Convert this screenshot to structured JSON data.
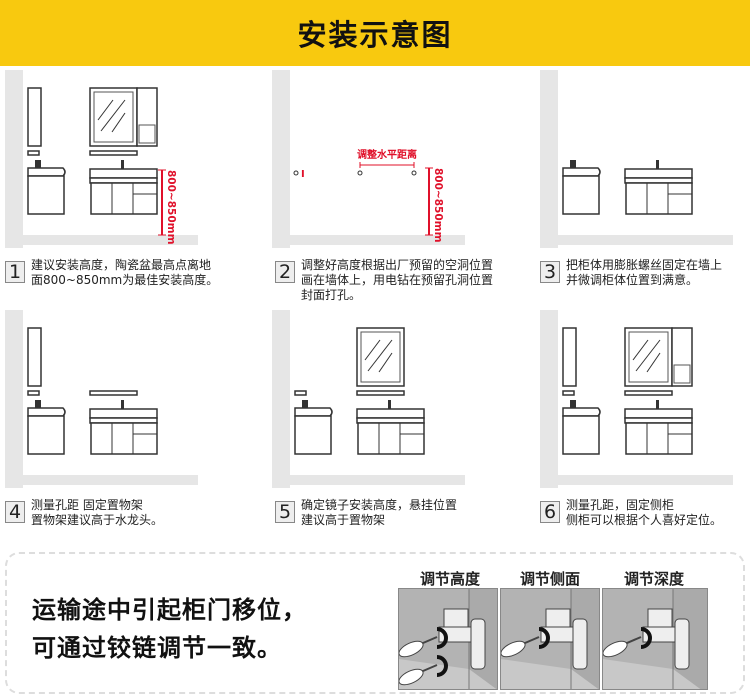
{
  "header": {
    "title": "安装示意图"
  },
  "colors": {
    "header_bg": "#f8c90f",
    "dimension": "#e0102a"
  },
  "dimension_label": "800~850mm",
  "horizontal_label": "调整水平距离",
  "steps": [
    {
      "num": "1",
      "lines": [
        "建议安装高度，陶瓷盆最高点离地",
        "面800~850mm为最佳安装高度。"
      ]
    },
    {
      "num": "2",
      "lines": [
        "调整好高度根据出厂预留的空洞位置",
        "画在墙体上，用电钻在预留孔洞位置",
        "封面打孔。"
      ]
    },
    {
      "num": "3",
      "lines": [
        "把柜体用膨胀螺丝固定在墙上",
        "并微调柜体位置到满意。"
      ]
    },
    {
      "num": "4",
      "lines": [
        "测量孔距 固定置物架",
        "置物架建议高于水龙头。"
      ]
    },
    {
      "num": "5",
      "lines": [
        "确定镜子安装高度，悬挂位置",
        "建议高于置物架"
      ]
    },
    {
      "num": "6",
      "lines": [
        "测量孔距，固定侧柜",
        "侧柜可以根据个人喜好定位。"
      ]
    }
  ],
  "bottom": {
    "lines": [
      "运输途中引起柜门移位，",
      "可通过铰链调节一致。"
    ],
    "hinges": [
      {
        "label": "调节高度"
      },
      {
        "label": "调节侧面"
      },
      {
        "label": "调节深度"
      }
    ]
  }
}
